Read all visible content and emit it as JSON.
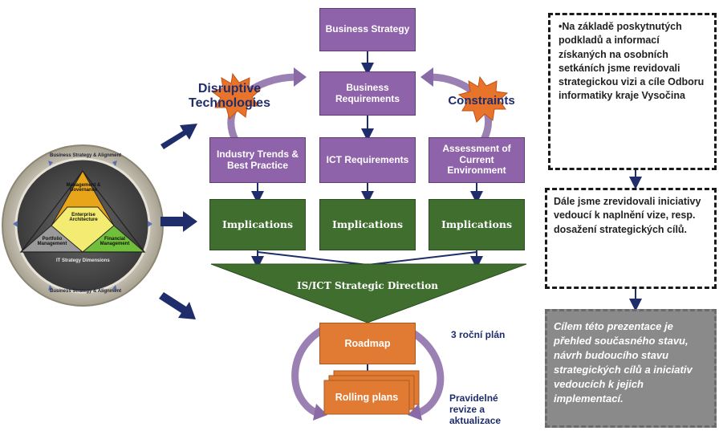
{
  "circle": {
    "top_label": "Business Strategy & Alignment",
    "bottom_label": "Business Strategy & Alignment",
    "tri_top": "Management & Governance",
    "tri_center": "Enterprise Architecture",
    "tri_left": "Portfolio Management",
    "tri_right": "Financial Management",
    "dimensions": "IT Strategy Dimensions"
  },
  "flow": {
    "business_strategy": "Business Strategy",
    "business_requirements": "Business Requirements",
    "industry_trends": "Industry Trends & Best Practice",
    "ict_requirements": "ICT Requirements",
    "assessment": "Assessment of Current Environment",
    "implications": [
      "Implications",
      "Implications",
      "Implications"
    ],
    "direction": "IS/ICT Strategic Direction",
    "roadmap": "Roadmap",
    "rolling_plans": "Rolling plans",
    "disruptive": "Disruptive Technologies",
    "constraints": "Constraints",
    "three_year": "3 roční plán",
    "revisions": "Pravidelné revize a aktualizace"
  },
  "notes": {
    "note1": "•Na základě poskytnutých podkladů a informací získaných na osobních setkáních jsme revidovali strategickou vizi a cíle Odboru informatiky kraje Vysočina",
    "note2": "Dále jsme zrevidovali iniciativy vedoucí k naplnění vize, resp. dosažení strategických cílů.",
    "note3": "Cílem této prezentace je přehled současného stavu,  návrh budoucího stavu strategických cílů a iniciativ vedoucích k jejich implementací."
  },
  "colors": {
    "purple": "#8e63a9",
    "green": "#3f6e2e",
    "orange": "#e17b34",
    "navy_arrow": "#1f2d6b",
    "note_grey": "#8a8a8a"
  }
}
